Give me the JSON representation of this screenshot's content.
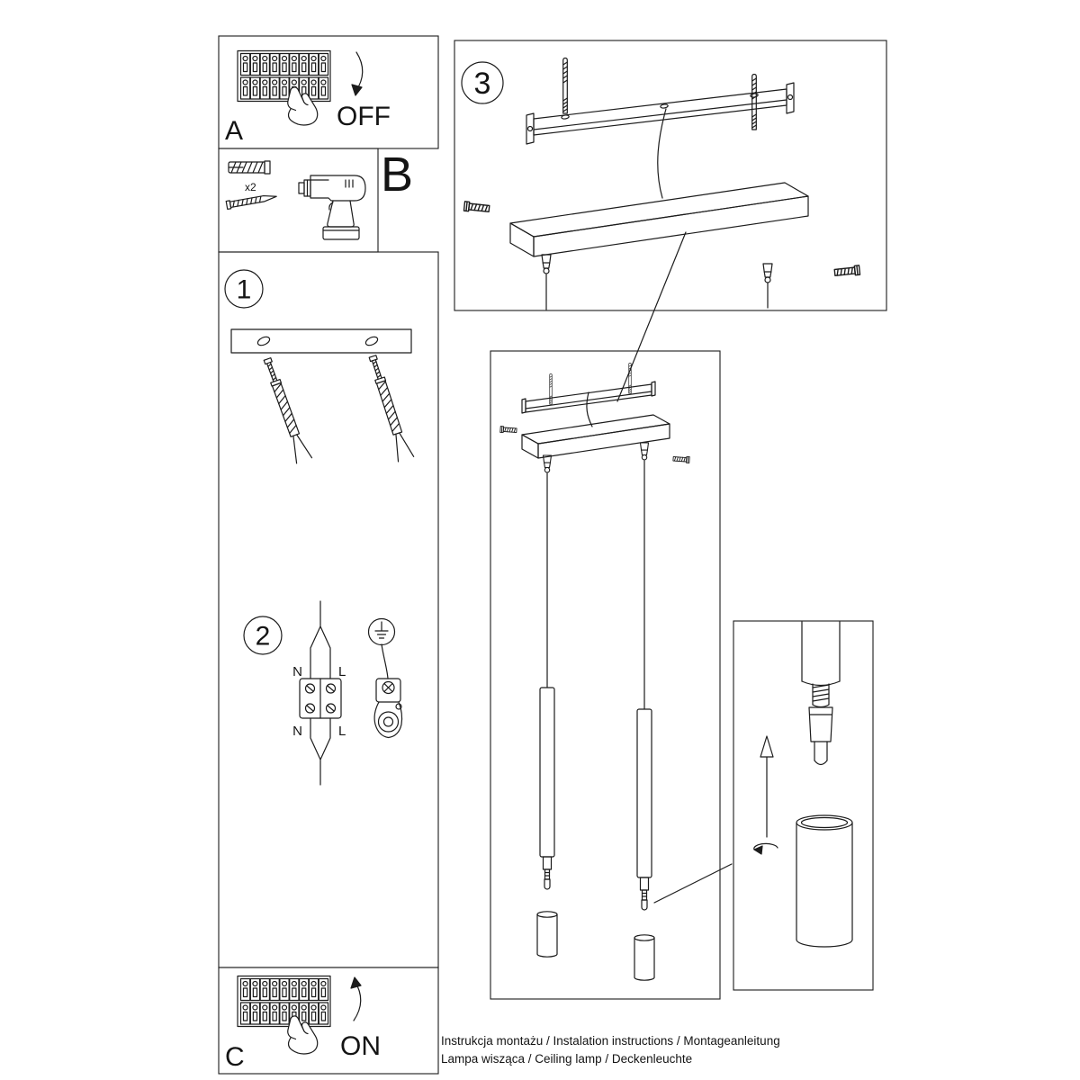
{
  "colors": {
    "line": "#1c1c1c",
    "background": "#ffffff"
  },
  "panel_a": {
    "label": "A",
    "switch_state": "OFF"
  },
  "panel_b": {
    "label": "B",
    "anchor_quantity": "x2"
  },
  "step_1": {
    "label": "1"
  },
  "step_2": {
    "label": "2",
    "terminals": {
      "top_left": "N",
      "top_right": "L",
      "bottom_left": "N",
      "bottom_right": "L"
    }
  },
  "step_3": {
    "label": "3"
  },
  "panel_c": {
    "label": "C",
    "switch_state": "ON"
  },
  "footer": {
    "line_1": "Instrukcja montażu / Instalation instructions / Montageanleitung",
    "line_2": "Lampa wisząca / Ceiling lamp / Deckenleuchte"
  }
}
